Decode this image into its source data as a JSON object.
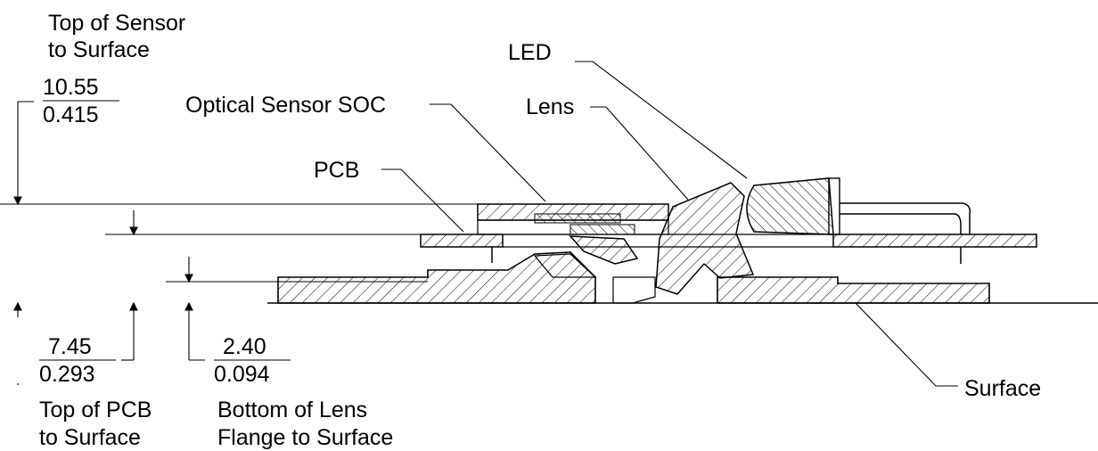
{
  "dimensions": {
    "top_of_sensor": {
      "label_line1": "Top of Sensor",
      "label_line2": "to Surface",
      "mm": "10.55",
      "inch": "0.415"
    },
    "top_of_pcb": {
      "label_line1": "Top of PCB",
      "label_line2": "to Surface",
      "mm": "7.45",
      "inch": "0.293"
    },
    "bottom_of_lens_flange": {
      "label_line1": "Bottom of Lens",
      "label_line2": "Flange to Surface",
      "mm": "2.40",
      "inch": "0.094"
    }
  },
  "callouts": {
    "optical_sensor": "Optical Sensor SOC",
    "pcb": "PCB",
    "lens": "Lens",
    "led": "LED",
    "surface": "Surface"
  }
}
